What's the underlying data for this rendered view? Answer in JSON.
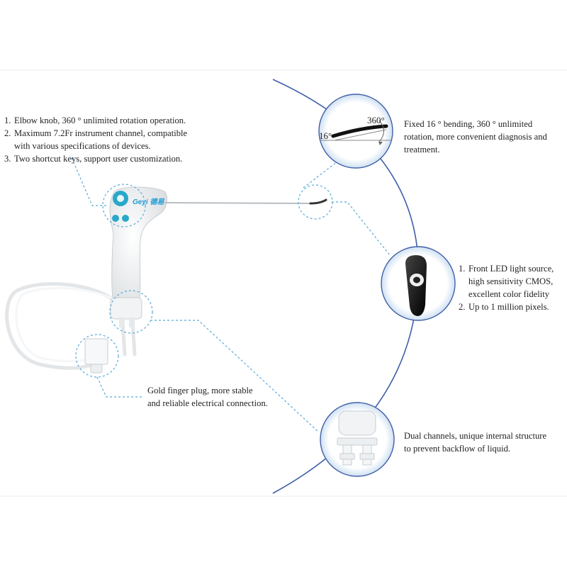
{
  "features": {
    "items": [
      {
        "num": "1.",
        "text": "Elbow knob, 360 ° unlimited rotation operation."
      },
      {
        "num": "2.",
        "text": "Maximum 7.2Fr instrument channel, compatible",
        "cont": "with various specifications of devices."
      },
      {
        "num": "3.",
        "text": "Two shortcut keys, support user customization."
      }
    ]
  },
  "bending": {
    "text": "Fixed 16 ° bending, 360 ° unlimited rotation, more convenient diagnosis and treatment.",
    "angle_label": "16°",
    "rotation_label": "360°"
  },
  "camera": {
    "items": [
      {
        "num": "1.",
        "text": "Front LED light source,",
        "cont1": "high sensitivity CMOS,",
        "cont2": "excellent color fidelity"
      },
      {
        "num": "2.",
        "text": "Up to 1 million pixels."
      }
    ]
  },
  "plug": {
    "line1": "Gold finger plug, more stable",
    "line2": "and reliable electrical connection."
  },
  "channels": {
    "line1": "Dual channels, unique internal structure",
    "line2": "to prevent backflow of liquid."
  },
  "brand": {
    "logo_text": "Geyi 德易"
  },
  "colors": {
    "accent_line": "#3f5fa8",
    "dashed": "#5aa9d8",
    "device_body": "#f4f5f6",
    "knob": "#2aa8c9"
  }
}
